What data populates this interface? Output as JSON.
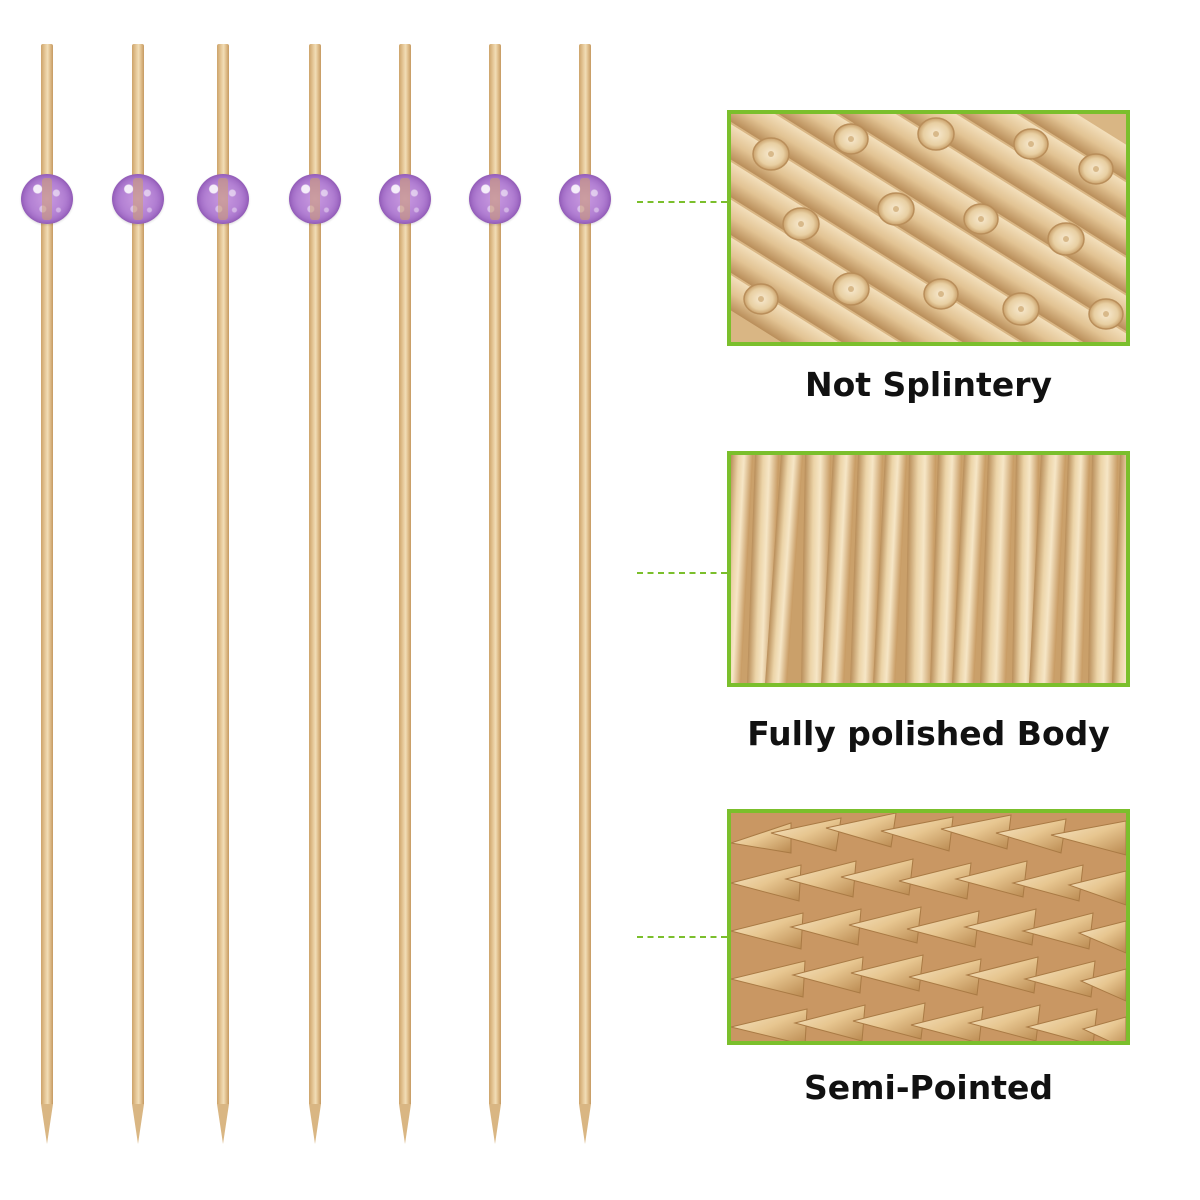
{
  "features": [
    {
      "caption": "Not Splintery",
      "image": "bamboo-stick-ends-photo"
    },
    {
      "caption": "Fully polished Body",
      "image": "bamboo-stick-bodies-photo"
    },
    {
      "caption": "Semi-Pointed",
      "image": "bamboo-stick-tips-photo"
    }
  ],
  "skewer_count": 7,
  "colors": {
    "bead": "#b482d4",
    "bamboo": "#e6c99a",
    "frame": "#7bbf2c",
    "caption_text": "#111111",
    "background": "#ffffff"
  }
}
